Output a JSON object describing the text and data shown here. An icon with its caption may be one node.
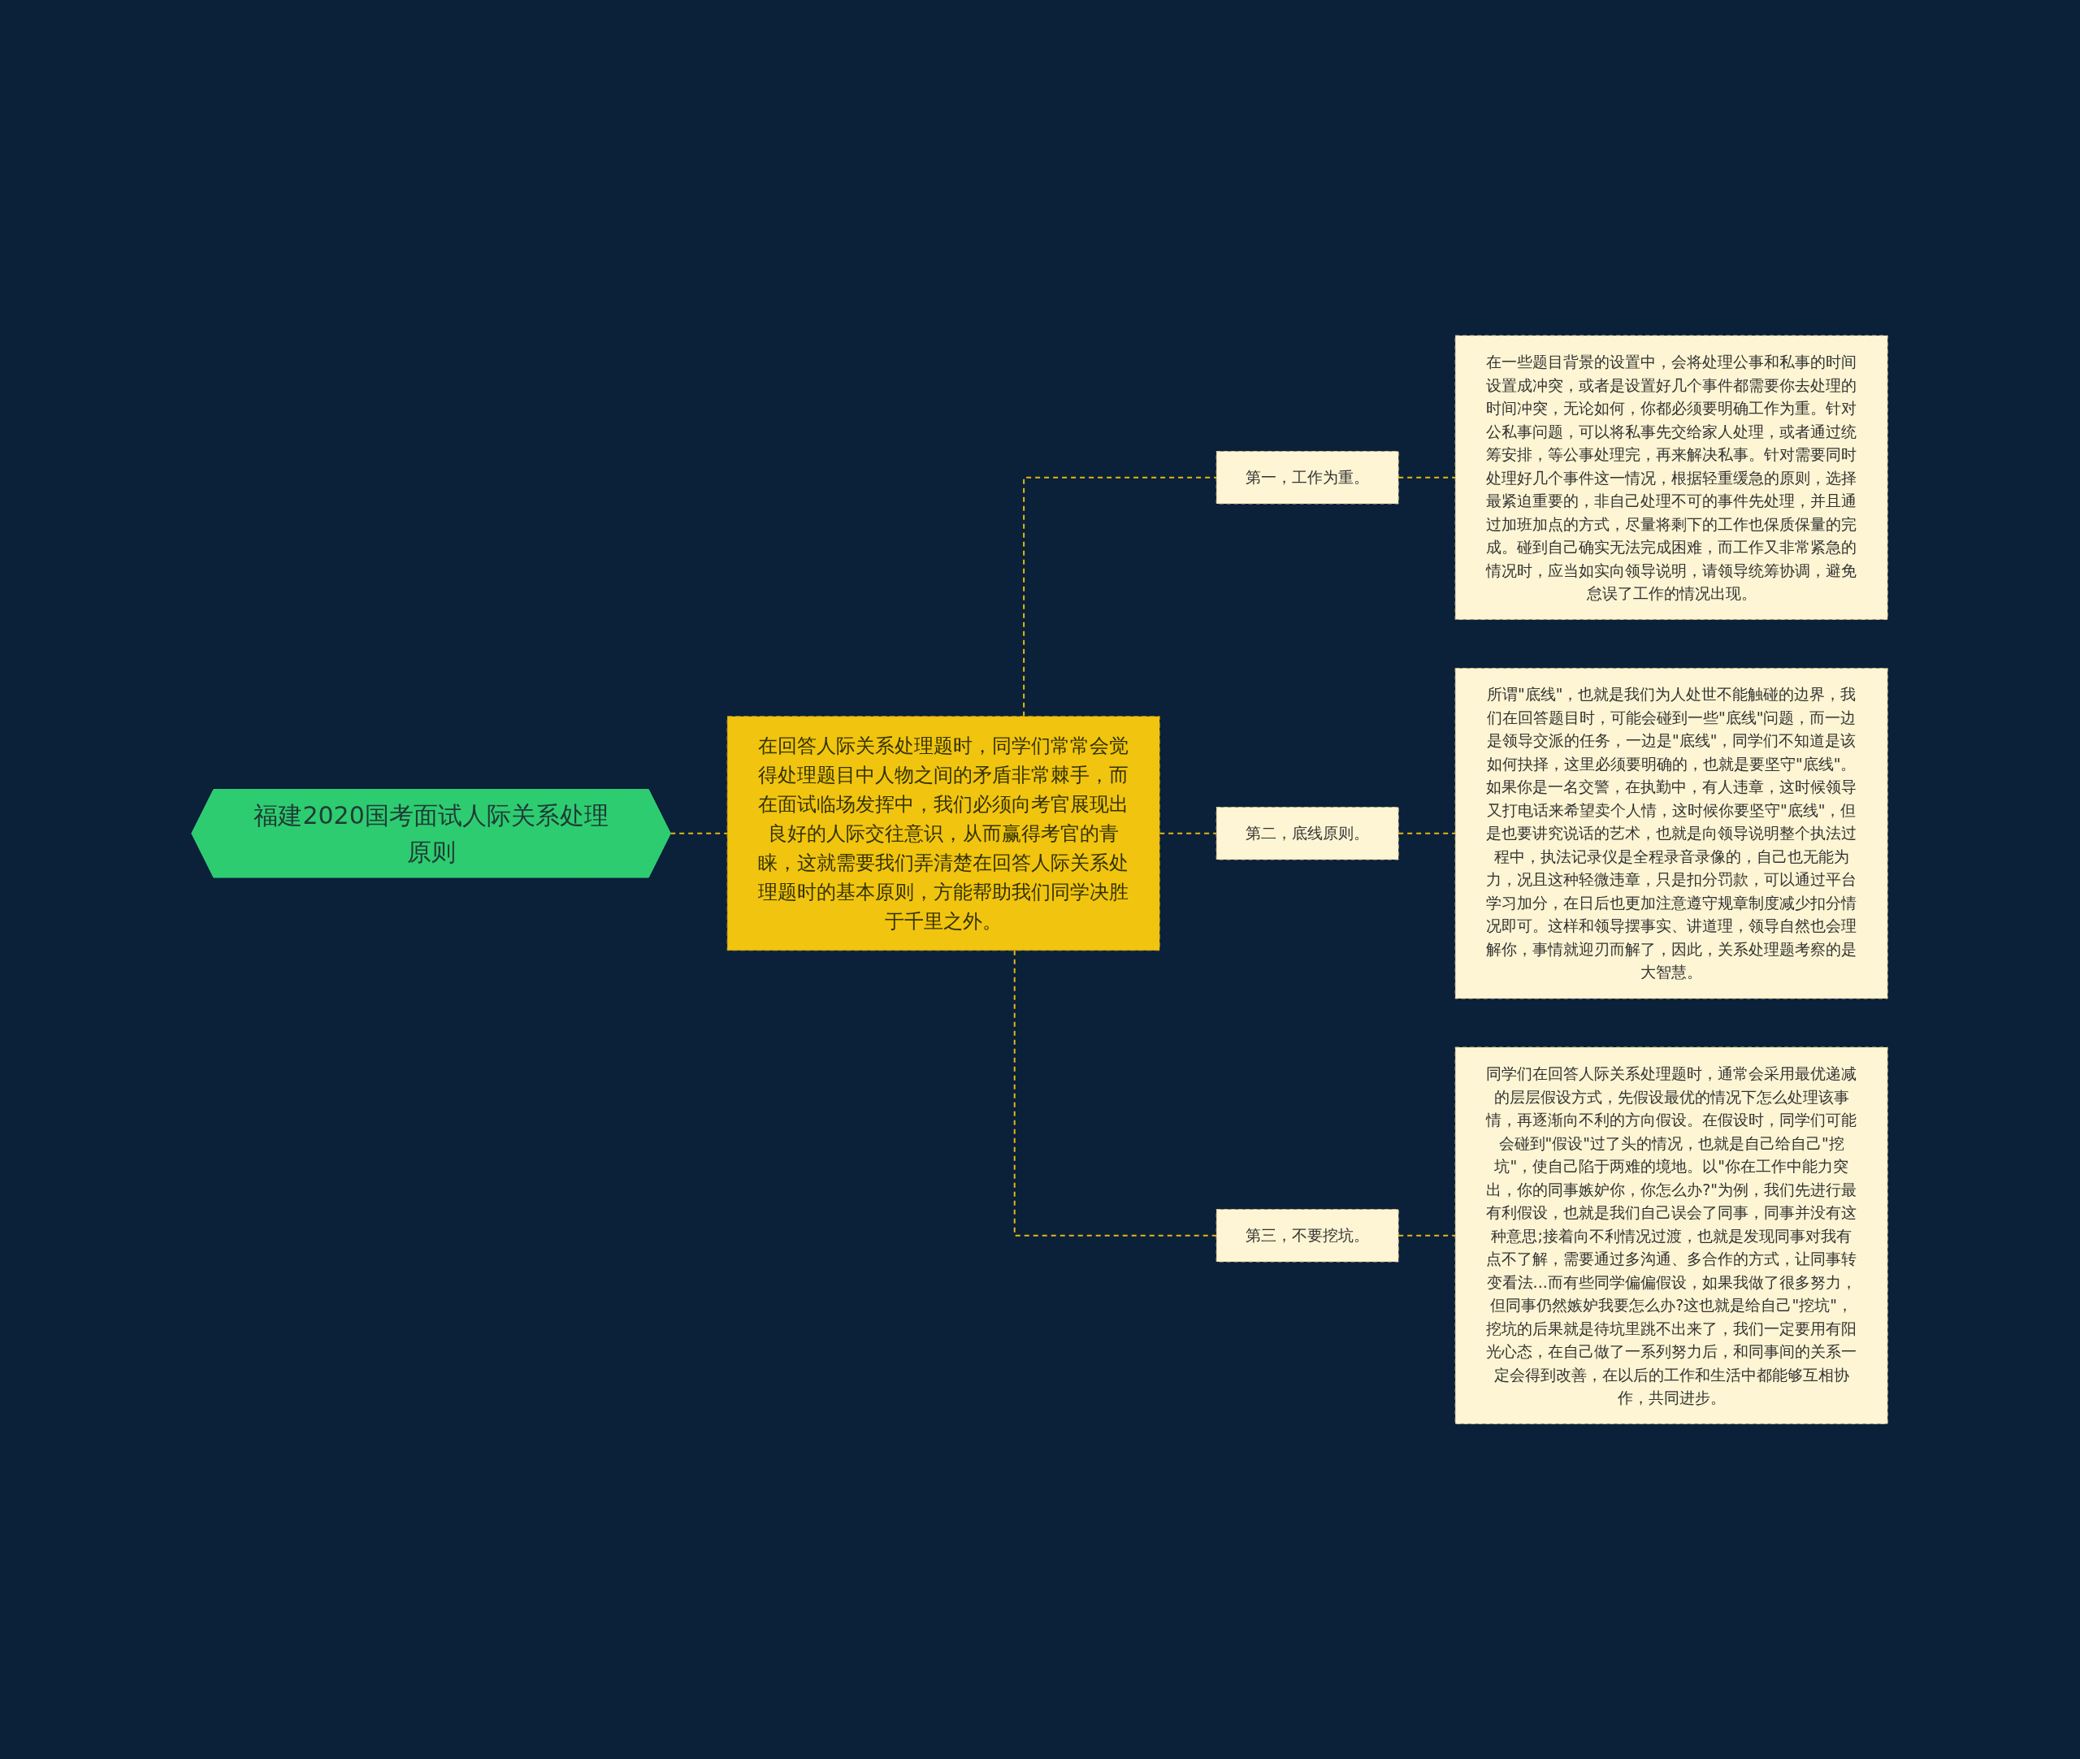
{
  "diagram": {
    "nodes": [
      {
        "text": [
          "福建2020国考面试人际关系处理原则"
        ]
      },
      {
        "text": [
          "在回答人际关系处理题时，同学们常常会觉得处理题目中人物之间的矛盾非常棘手，而在面试临场发挥中，我们必须向考官展现出良好的人际交往意识，从而赢得考官的青睐，这就需要我们弄清楚在回答人际关系处理题时的基本原则，方能帮助我们同学决胜于千里之外。"
        ]
      },
      {
        "text": [
          "第一，工作为重。"
        ]
      },
      {
        "text": [
          "在一些题目背景的设置中，会将处理公事和私事的时间设置成冲突，或者是设置好几个事件都需要你去处理的时间冲突，无论如何，你都必须要明确工作为重。针对公私事问题，可以将私事先交给家人处理，或者通过统筹安排，等公事处理完，再来解决私事。针对需要同时处理好几个事件这一情况，根据轻重缓急的原则，选择最紧迫重要的，非自己处理不可的事件先处理，并且通过加班加点的方式，尽量将剩下的工作也保质保量的完成。碰到自己确实无法完成困难，而工作又非常紧急的情况时，应当如实向领导说明，请领导统筹协调，避免怠误了工作的情况出现。"
        ]
      },
      {
        "text": [
          "第二，底线原则。"
        ]
      },
      {
        "text": [
          "所谓\"底线\"，也就是我们为人处世不能触碰的边界，我们在回答题目时，可能会碰到一些\"底线\"问题，而一边是领导交派的任务，一边是\"底线\"，同学们不知道是该如何抉择，这里必须要明确的，也就是要坚守\"底线\"。如果你是一名交警，在执勤中，有人违章，这时候领导又打电话来希望卖个人情，这时候你要坚守\"底线\"，但是也要讲究说话的艺术，也就是向领导说明整个执法过程中，执法记录仪是全程录音录像的，自己也无能为力，况且这种轻微违章，只是扣分罚款，可以通过平台学习加分，在日后也更加注意遵守规章制度减少扣分情况即可。这样和领导摆事实、讲道理，领导自然也会理解你，事情就迎刃而解了，因此，关系处理题考察的是大智慧。"
        ]
      },
      {
        "text": [
          "第三，不要挖坑。"
        ]
      },
      {
        "text": [
          "同学们在回答人际关系处理题时，通常会采用最优递减的层层假设方式，先假设最优的情况下怎么处理该事情，再逐渐向不利的方向假设。在假设时，同学们可能会碰到\"假设\"过了头的情况，也就是自己给自己\"挖坑\"，使自己陷于两难的境地。以\"你在工作中能力突出，你的同事嫉妒你，你怎么办?\"为例，我们先进行最有利假设，也就是我们自己误会了同事，同事并没有这种意思;接着向不利情况过渡，也就是发现同事对我有点不了解，需要通过多沟通、多合作的方式，让同事转变看法...而有些同学偏偏假设，如果我做了很多努力，但同事仍然嫉妒我要怎么办?这也就是给自己\"挖坑\"，挖坑的后果就是待坑里跳不出来了，我们一定要用有阳光心态，在自己做了一系列努力后，和同事间的关系一定会得到改善，在以后的工作和生活中都能够互相协作，共同进步。"
        ]
      }
    ],
    "edges": [
      {
        "from": 0,
        "to": 1,
        "arrow": "none",
        "style": "dashed"
      },
      {
        "from": 1,
        "to": 2,
        "arrow": "none",
        "style": "dashed"
      },
      {
        "from": 2,
        "to": 3,
        "arrow": "none",
        "style": "dashed"
      },
      {
        "from": 1,
        "to": 4,
        "arrow": "none",
        "style": "dashed"
      },
      {
        "from": 4,
        "to": 5,
        "arrow": "none",
        "style": "dashed"
      },
      {
        "from": 1,
        "to": 6,
        "arrow": "none",
        "style": "dashed"
      },
      {
        "from": 6,
        "to": 7,
        "arrow": "none",
        "style": "dashed"
      }
    ]
  }
}
